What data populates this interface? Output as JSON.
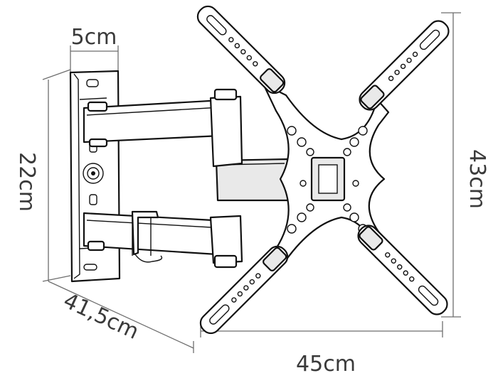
{
  "dimensions": {
    "depth_short": "5cm",
    "height_wall_plate": "22cm",
    "extension": "41,5cm",
    "width": "45cm",
    "height": "43cm"
  }
}
